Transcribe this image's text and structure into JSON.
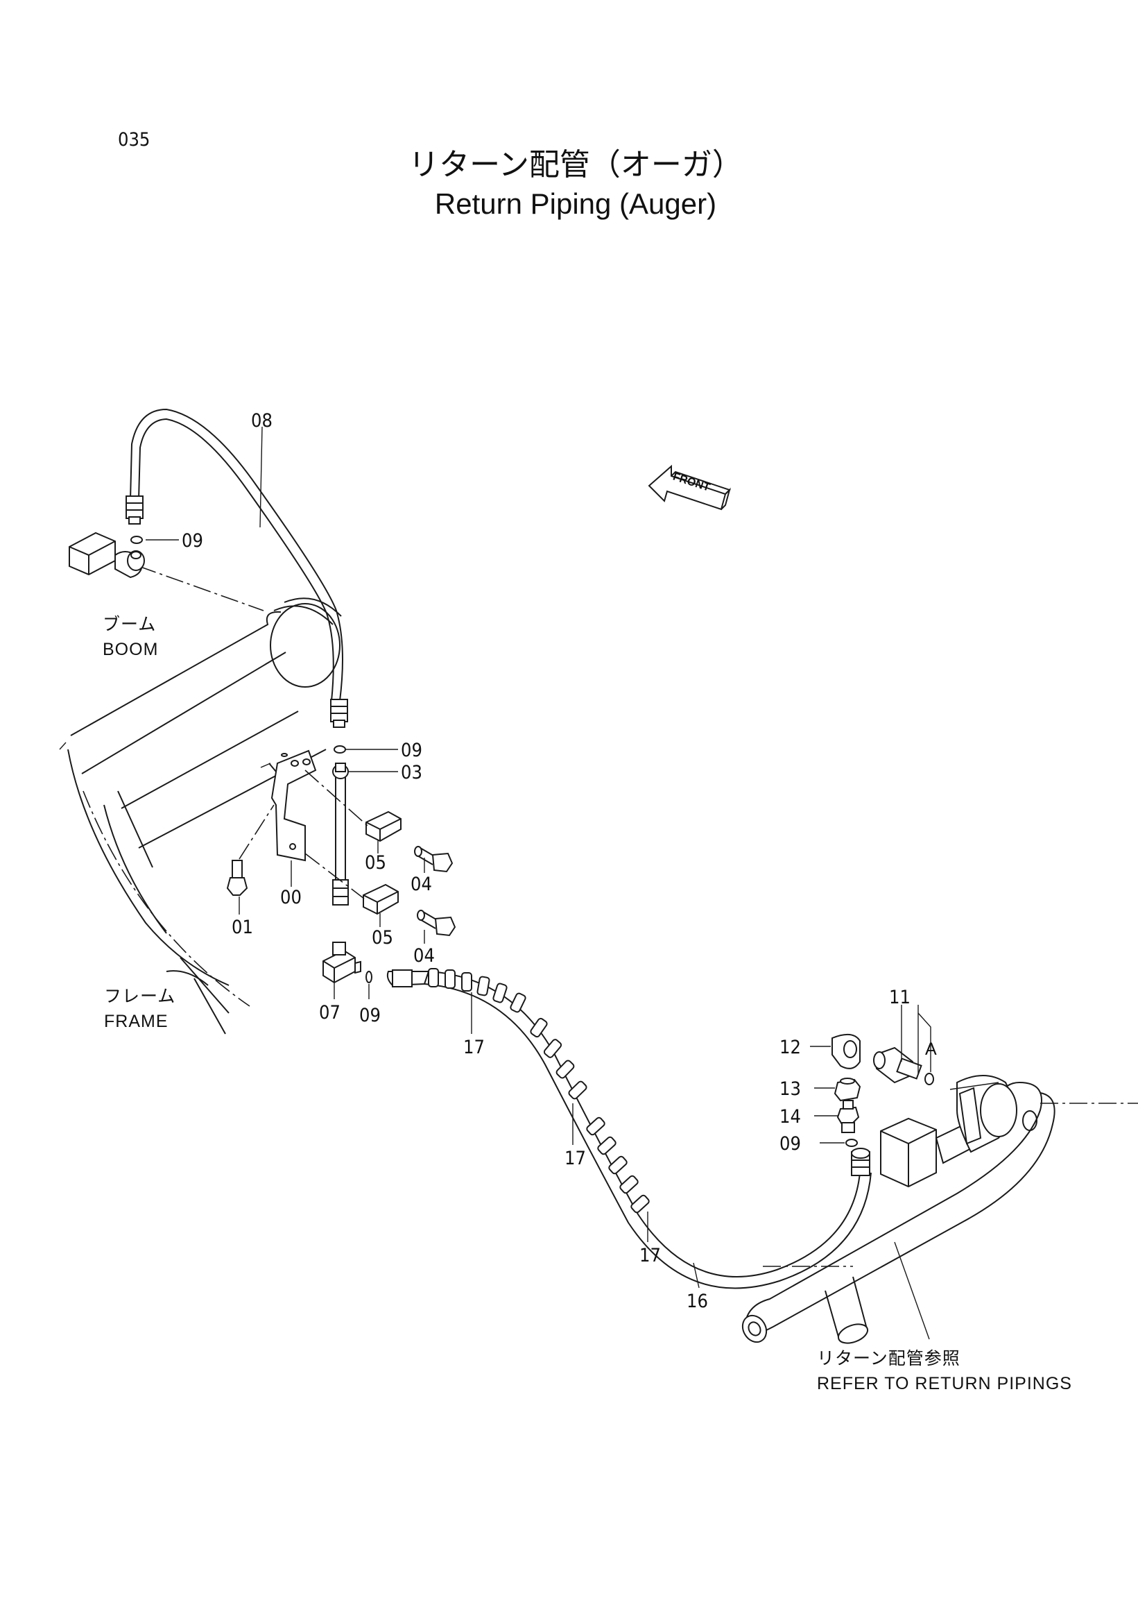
{
  "page_number": "035",
  "title_jp": "リターン配管（オーガ）",
  "title_en": "Return Piping (Auger)",
  "front_label": "FRONT",
  "labels": {
    "boom_jp": "ブーム",
    "boom_en": "BOOM",
    "frame_jp": "フレーム",
    "frame_en": "FRAME",
    "refer_jp": "リターン配管参照",
    "refer_en": "REFER TO RETURN PIPINGS",
    "view_a": "A"
  },
  "part_callouts": [
    {
      "id": "c08",
      "label": "08"
    },
    {
      "id": "c09a",
      "label": "09"
    },
    {
      "id": "c09b",
      "label": "09"
    },
    {
      "id": "c03",
      "label": "03"
    },
    {
      "id": "c05a",
      "label": "05"
    },
    {
      "id": "c04a",
      "label": "04"
    },
    {
      "id": "c00",
      "label": "00"
    },
    {
      "id": "c01",
      "label": "01"
    },
    {
      "id": "c05b",
      "label": "05"
    },
    {
      "id": "c04b",
      "label": "04"
    },
    {
      "id": "c07",
      "label": "07"
    },
    {
      "id": "c09c",
      "label": "09"
    },
    {
      "id": "c17a",
      "label": "17"
    },
    {
      "id": "c17b",
      "label": "17"
    },
    {
      "id": "c17c",
      "label": "17"
    },
    {
      "id": "c16",
      "label": "16"
    },
    {
      "id": "c11",
      "label": "11"
    },
    {
      "id": "c12",
      "label": "12"
    },
    {
      "id": "c13",
      "label": "13"
    },
    {
      "id": "c14",
      "label": "14"
    },
    {
      "id": "c09d",
      "label": "09"
    }
  ]
}
